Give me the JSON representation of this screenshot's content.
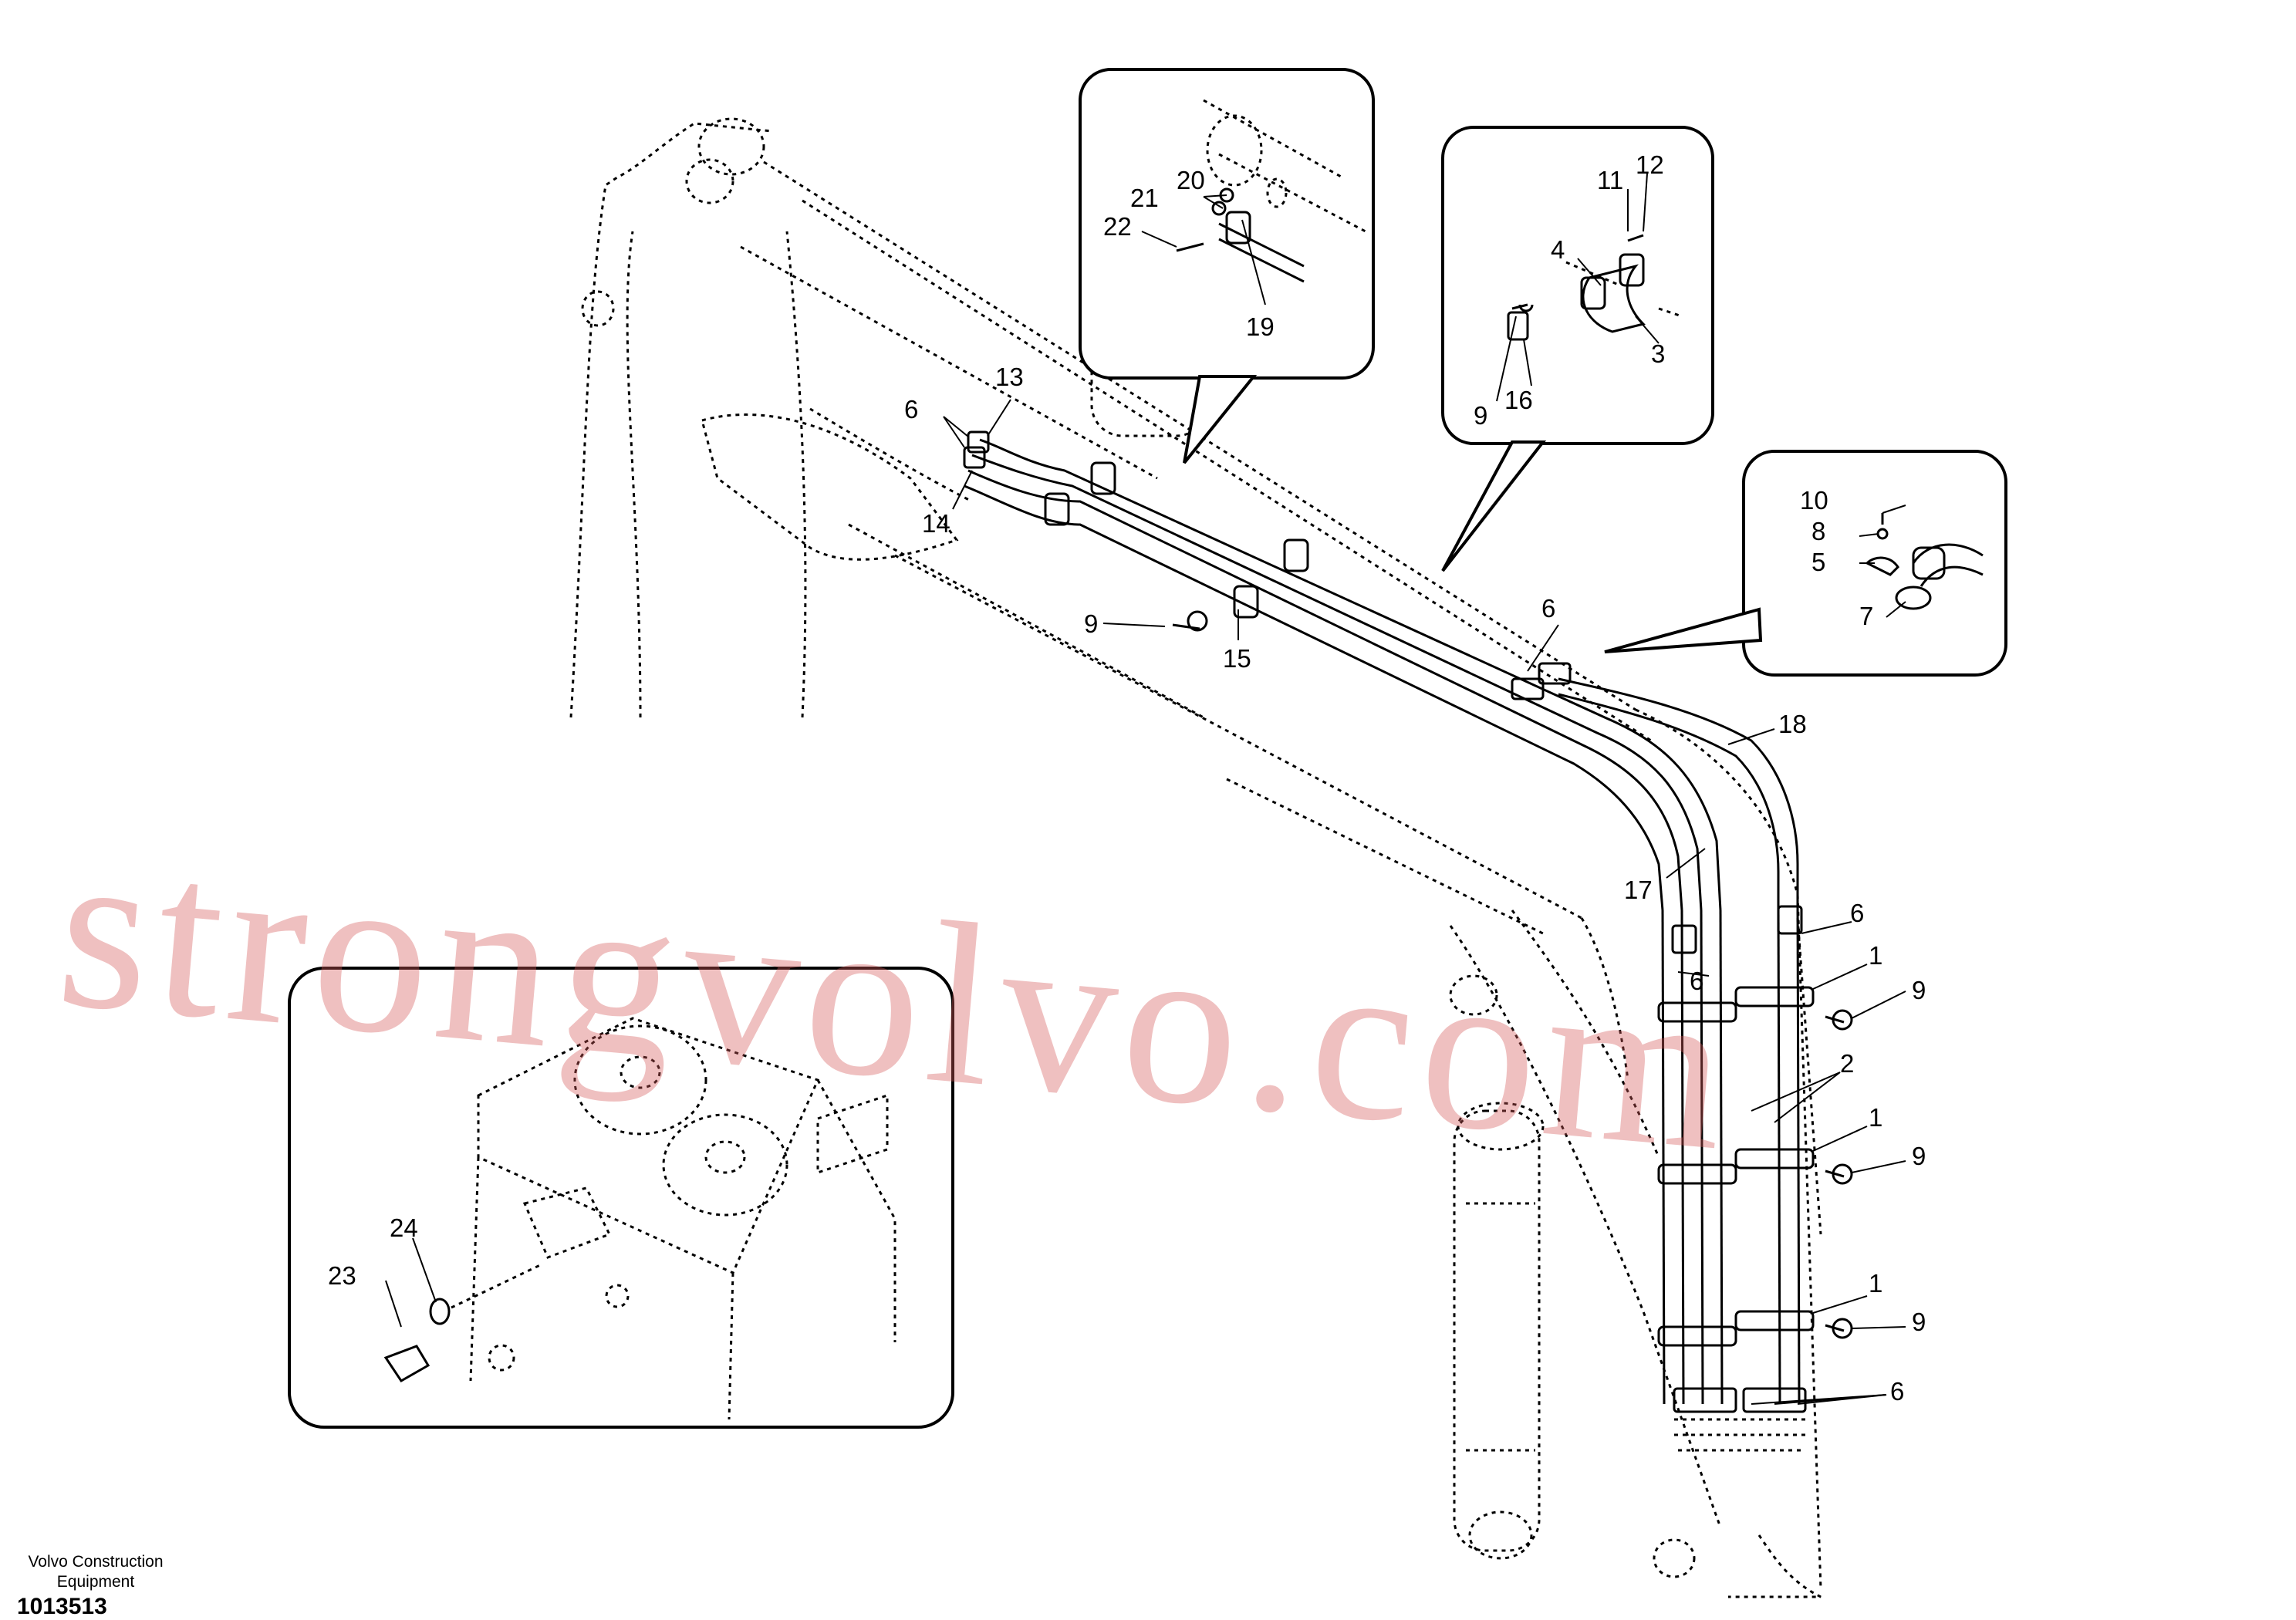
{
  "callouts": [
    {
      "id": "c1a",
      "text": "1"
    },
    {
      "id": "c1b",
      "text": "1"
    },
    {
      "id": "c1c",
      "text": "1"
    },
    {
      "id": "c2",
      "text": "2"
    },
    {
      "id": "c3",
      "text": "3"
    },
    {
      "id": "c4",
      "text": "4"
    },
    {
      "id": "c5",
      "text": "5"
    },
    {
      "id": "c6a",
      "text": "6"
    },
    {
      "id": "c6b",
      "text": "6"
    },
    {
      "id": "c6c",
      "text": "6"
    },
    {
      "id": "c6d",
      "text": "6"
    },
    {
      "id": "c6e",
      "text": "6"
    },
    {
      "id": "c7",
      "text": "7"
    },
    {
      "id": "c8",
      "text": "8"
    },
    {
      "id": "c9a",
      "text": "9"
    },
    {
      "id": "c9b",
      "text": "9"
    },
    {
      "id": "c9c",
      "text": "9"
    },
    {
      "id": "c9d",
      "text": "9"
    },
    {
      "id": "c9e",
      "text": "9"
    },
    {
      "id": "c10",
      "text": "10"
    },
    {
      "id": "c11",
      "text": "11"
    },
    {
      "id": "c12",
      "text": "12"
    },
    {
      "id": "c13",
      "text": "13"
    },
    {
      "id": "c14",
      "text": "14"
    },
    {
      "id": "c15",
      "text": "15"
    },
    {
      "id": "c16",
      "text": "16"
    },
    {
      "id": "c17",
      "text": "17"
    },
    {
      "id": "c18",
      "text": "18"
    },
    {
      "id": "c19",
      "text": "19"
    },
    {
      "id": "c20",
      "text": "20"
    },
    {
      "id": "c21",
      "text": "21"
    },
    {
      "id": "c22",
      "text": "22"
    },
    {
      "id": "c23",
      "text": "23"
    },
    {
      "id": "c24",
      "text": "24"
    }
  ],
  "watermark": "strongvolvo.com",
  "footer": {
    "company_line1": "Volvo Construction",
    "company_line2": "Equipment",
    "drawing_number": "1013513"
  }
}
